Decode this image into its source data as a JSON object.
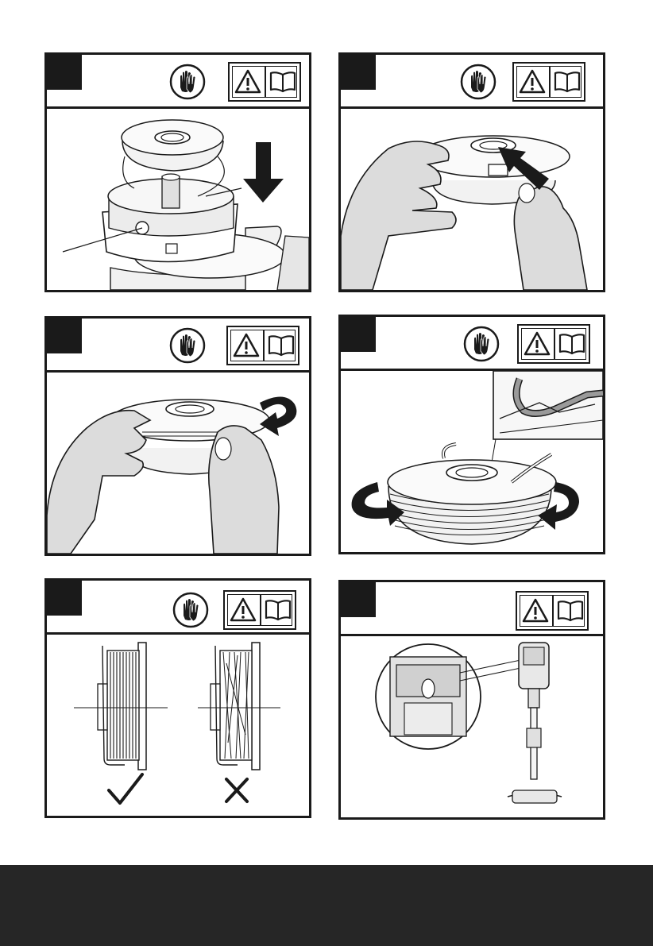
{
  "page": {
    "background": "#ffffff",
    "footer_color": "#262626"
  },
  "panels": [
    {
      "id": "a",
      "icons": [
        "gloves-icon",
        "warning-icon",
        "manual-icon"
      ],
      "illustration": "spool-insert-arrow-down"
    },
    {
      "id": "b",
      "icons": [
        "gloves-icon",
        "warning-icon",
        "manual-icon"
      ],
      "illustration": "hands-press-tab"
    },
    {
      "id": "c",
      "icons": [
        "gloves-icon",
        "warning-icon",
        "manual-icon"
      ],
      "illustration": "hands-rotate-spool"
    },
    {
      "id": "d",
      "icons": [
        "gloves-icon",
        "warning-icon",
        "manual-icon"
      ],
      "illustration": "spool-winding-detail"
    },
    {
      "id": "e",
      "icons": [
        "gloves-icon",
        "warning-icon",
        "manual-icon"
      ],
      "illustration": "correct-vs-incorrect-winding",
      "marks": [
        "check-mark-icon",
        "cross-mark-icon"
      ]
    },
    {
      "id": "f",
      "icons": [
        "warning-icon",
        "manual-icon"
      ],
      "illustration": "trimmer-head-magnified"
    }
  ]
}
